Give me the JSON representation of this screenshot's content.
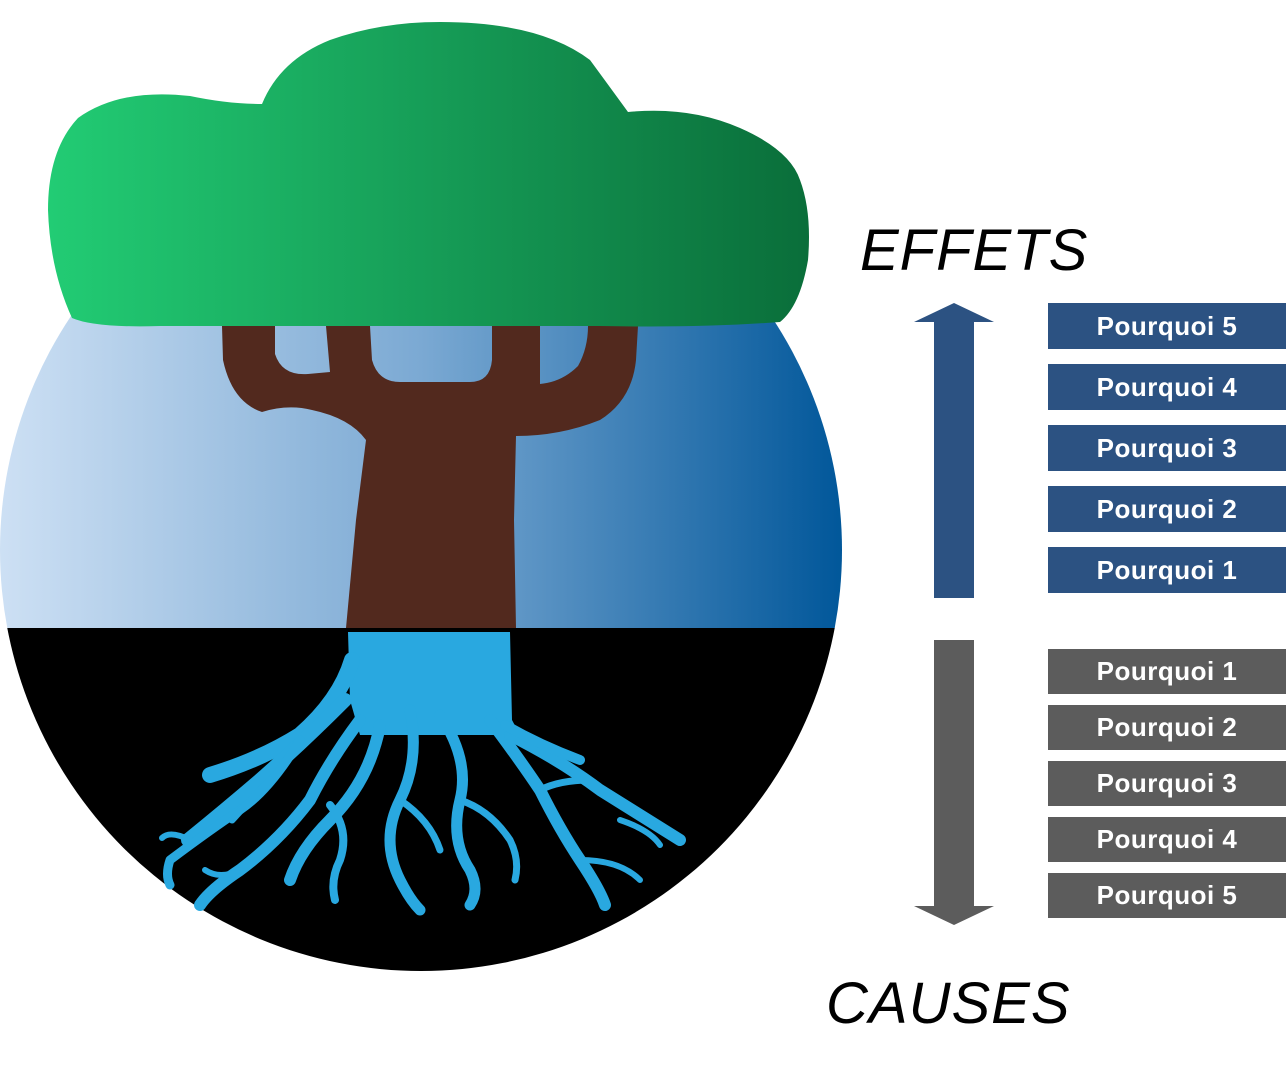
{
  "diagram": {
    "effects_label": "EFFETS",
    "causes_label": "CAUSES",
    "effects_boxes": [
      "Pourquoi 5",
      "Pourquoi 4",
      "Pourquoi 3",
      "Pourquoi 2",
      "Pourquoi 1"
    ],
    "causes_boxes": [
      "Pourquoi 1",
      "Pourquoi 2",
      "Pourquoi 3",
      "Pourquoi 4",
      "Pourquoi 5"
    ]
  },
  "colors": {
    "effects_blue": "#2c5282",
    "causes_gray": "#5c5c5c",
    "canopy_light": "#22cc74",
    "canopy_dark": "#0a6e3a",
    "trunk_brown": "#52291e",
    "sky_light": "#cde0f4",
    "sky_dark": "#01579a",
    "roots_blue": "#29a8e0",
    "soil_black": "#000000"
  }
}
